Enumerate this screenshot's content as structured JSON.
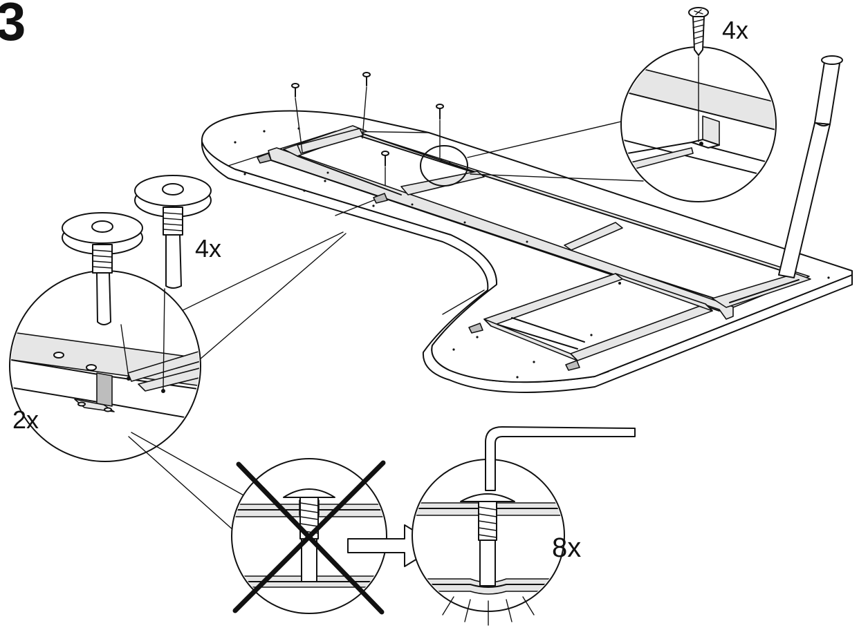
{
  "step_number": "3",
  "callouts": {
    "top_screws_qty": "4x",
    "mushroom_bolts_qty": "4x",
    "brackets_qty": "2x",
    "tighten_qty": "8x"
  },
  "colors": {
    "line": "#111111",
    "panel_fill": "#e6e6e6",
    "shade_fill": "#bdbdbd",
    "background": "#ffffff"
  },
  "icons": [
    "screw-icon",
    "mushroom-bolt-icon",
    "allen-key-icon",
    "cross-mark-icon",
    "arrow-right-icon"
  ]
}
